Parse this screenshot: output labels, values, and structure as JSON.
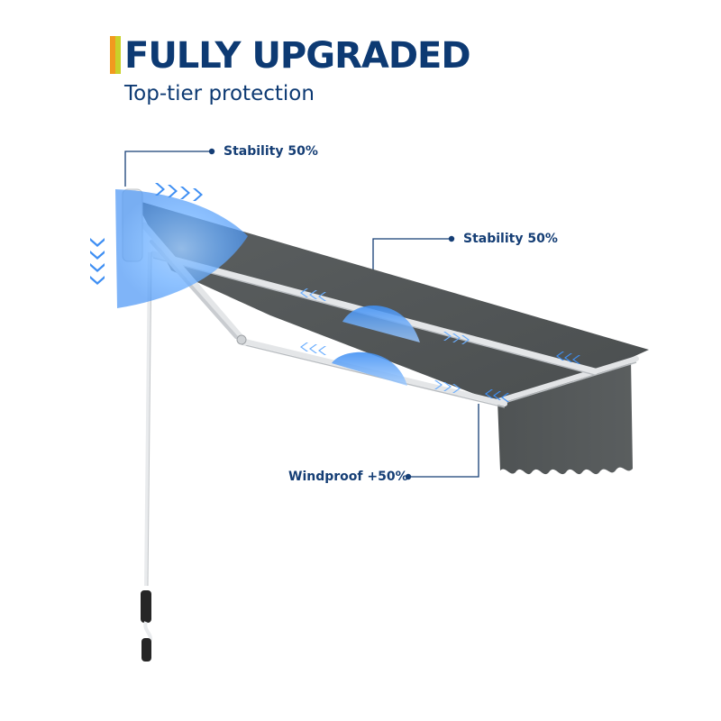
{
  "header": {
    "title": "FULLY UPGRADED",
    "subtitle": "Top-tier protection"
  },
  "callouts": {
    "top_left": "Stability 50%",
    "middle": "Stability 50%",
    "bottom": "Windproof +50%"
  },
  "colors": {
    "brand_navy": "#0d3a73",
    "accent_orange": "#f29a1f",
    "accent_yellow": "#c9d12a",
    "accent_red": "#e0452b",
    "callout_line": "#153e75",
    "fabric_gray": "#505455",
    "frame_silver": "#d9dcdf",
    "glow_blue": "#5fa8ff",
    "arrow_blue": "#3f8ff3"
  },
  "icons": {
    "arrow": "chevron-right-icon",
    "shield": "half-dome-shield-icon"
  }
}
